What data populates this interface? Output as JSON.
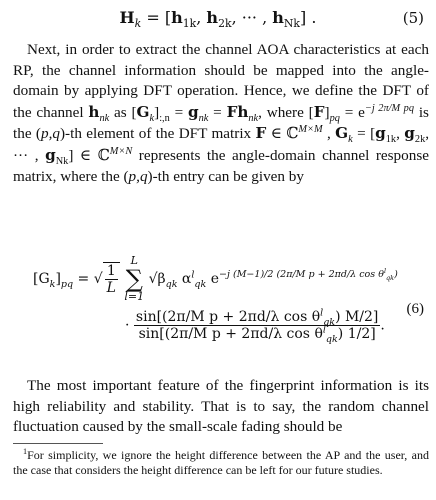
{
  "eq5": {
    "lhs": "H",
    "sub_k": "k",
    "eq": " = [",
    "h1": "h",
    "s1": "1k",
    "h2": "h",
    "s2": "2k",
    "dots": ", ··· , ",
    "hN": "h",
    "sN": "Nk",
    "close": "] .",
    "number": "(5)"
  },
  "para1": {
    "t1": "Next, in order to extract the channel AOA characteristics at each RP, the channel information should be mapped into the angle-domain by applying DFT operation. Hence, we define the DFT of the channel ",
    "t2": " as [",
    "t3": "]",
    "t4": ":,n",
    "t5": " = ",
    "t6": " = ",
    "t7": ", where [",
    "t8": "]",
    "t9": "pq",
    "t10": " = e",
    "t11": "−j 2π/M pq",
    "t12": " is the (",
    "t13": "p,q",
    "t14": ")-th element of the DFT matrix ",
    "t15": " ∈ ℂ",
    "t16": "M×M",
    "t17": " , ",
    "t18": " = [",
    "t19": "] ∈ ℂ",
    "t20": "M×N",
    "t21": " represents the angle-domain channel response matrix, where the (",
    "t22": "p,q",
    "t23": ")-th entry can be given by"
  },
  "eq6": {
    "lhs": "[G",
    "lhs_sub": "k",
    "lhs_close": "]",
    "lhs_pq": "pq",
    "eq": " = ",
    "sqrt_num": "1",
    "sqrt_den": "L",
    "sum_top": "L",
    "sum_sym": "∑",
    "sum_bot": "l=1",
    "beta": "√β",
    "beta_sub": "qk",
    "alpha": " α",
    "alpha_sup": "l",
    "alpha_sub": "qk",
    "exp": " e",
    "exp_sup": "−j (M−1)/2 (2π/M p + 2πd/λ cos θ",
    "exp_sup_l": "l",
    "exp_sup_qk": "qk",
    "exp_sup_end": ")",
    "dot": "· ",
    "num": "sin[(2π/M p + 2πd/λ cos θ",
    "num_l": "l",
    "num_qk": "qk",
    "num_end": ") M/2]",
    "den": "sin[(2π/M p + 2πd/λ cos θ",
    "den_l": "l",
    "den_qk": "qk",
    "den_end": ") 1/2]",
    "period": ".",
    "number": "(6)"
  },
  "para2": {
    "text": "The most important feature of the fingerprint information is its high reliability and stability. That is to say, the random channel fluctuation caused by the small-scale fading should be"
  },
  "footnote": {
    "mark": "1",
    "text": "For simplicity, we ignore the height difference between the AP and the user, and the case that considers the height difference can be left for our future studies."
  }
}
